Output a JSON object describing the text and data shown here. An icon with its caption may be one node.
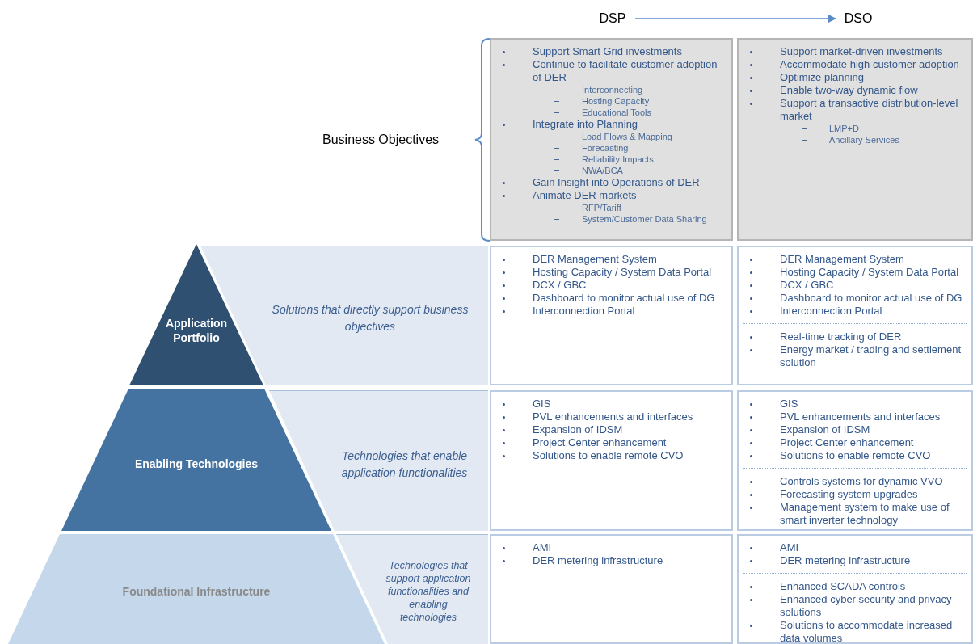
{
  "diagram": {
    "nodes": [
      {
        "text": [
          "DSP"
        ]
      },
      {
        "text": [
          "DSO"
        ]
      },
      {
        "text": [
          "Support Smart Grid investments",
          "Continue to facilitate customer adoption of DER",
          "Interconnecting",
          "Hosting Capacity",
          "Educational Tools",
          "Integrate into Planning",
          "Load Flows & Mapping",
          "Forecasting",
          "Reliability Impacts",
          "NWA/BCA",
          "Gain Insight into Operations of DER",
          "Animate DER markets",
          "RFP/Tariff",
          "System/Customer Data Sharing"
        ]
      },
      {
        "text": [
          "Support market-driven investments",
          "Accommodate high customer adoption",
          "Optimize planning",
          "Enable two-way dynamic flow",
          "Support a transactive distribution-level market",
          "LMP+D",
          "Ancillary Services"
        ]
      },
      {
        "text": [
          "Application Portfolio"
        ]
      },
      {
        "text": [
          "Solutions that directly support business objectives"
        ]
      },
      {
        "text": [
          "DER Management System",
          "Hosting Capacity / System Data Portal",
          "DCX / GBC",
          "Dashboard to monitor actual use of DG",
          "Interconnection Portal"
        ]
      },
      {
        "text": [
          "DER Management System",
          "Hosting Capacity / System Data Portal",
          "DCX / GBC",
          "Dashboard to monitor actual use of DG",
          "Interconnection Portal",
          "Real-time tracking of DER",
          "Energy market / trading and settlement solution"
        ]
      },
      {
        "text": [
          "Enabling Technologies"
        ]
      },
      {
        "text": [
          "Technologies that enable application functionalities"
        ]
      },
      {
        "text": [
          "GIS",
          "PVL enhancements and interfaces",
          "Expansion of IDSM",
          "Project Center enhancement",
          "Solutions to enable remote CVO"
        ]
      },
      {
        "text": [
          "GIS",
          "PVL enhancements and interfaces",
          "Expansion of IDSM",
          "Project Center enhancement",
          "Solutions to enable remote CVO",
          "Controls systems for dynamic VVO",
          "Forecasting system upgrades",
          "Management system to make use of smart inverter technology"
        ]
      },
      {
        "text": [
          "Foundational Infrastructure"
        ]
      },
      {
        "text": [
          "Technologies that support application functionalities and enabling technologies"
        ]
      },
      {
        "text": [
          "AMI",
          "DER metering infrastructure"
        ]
      },
      {
        "text": [
          "AMI",
          "DER metering infrastructure",
          "Enhanced SCADA controls",
          "Enhanced cyber security and privacy solutions",
          "Solutions to accommodate increased data volumes"
        ]
      }
    ],
    "edges": [
      {
        "from": 0,
        "to": 1,
        "arrow": "to"
      }
    ],
    "labels": [
      "Business Objectives"
    ]
  }
}
